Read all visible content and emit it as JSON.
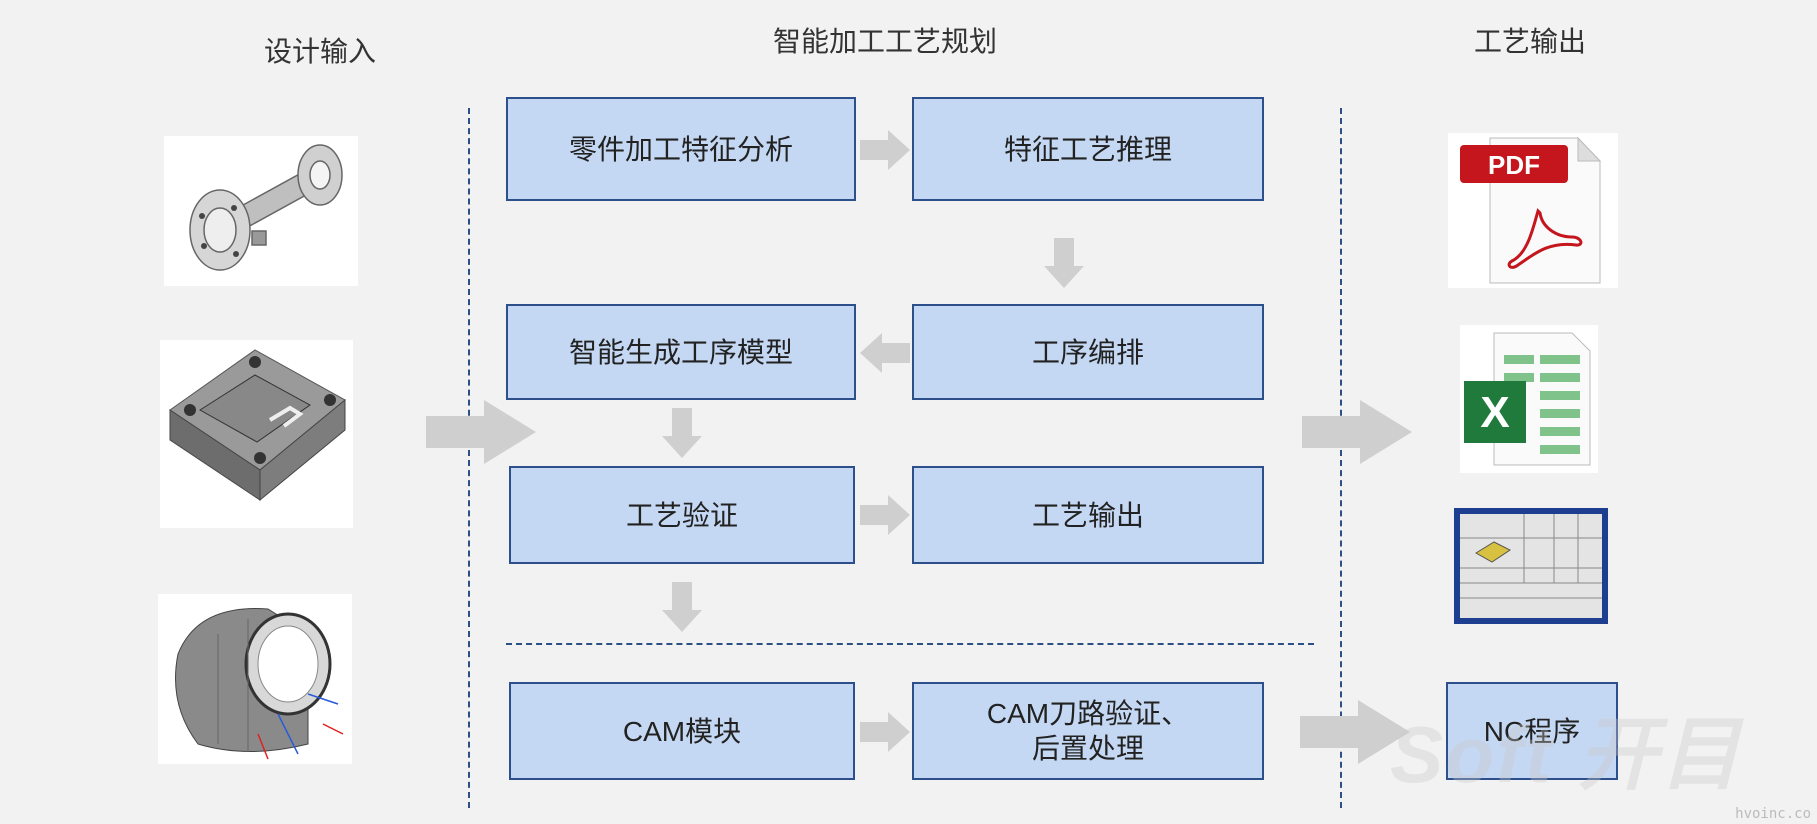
{
  "columns": {
    "input_title": "设计输入",
    "planning_title": "智能加工工艺规划",
    "output_title": "工艺输出"
  },
  "steps": {
    "feature_analysis": "零件加工特征分析",
    "feature_reasoning": "特征工艺推理",
    "process_sequencing": "工序编排",
    "generate_model": "智能生成工序模型",
    "verification": "工艺验证",
    "output": "工艺输出",
    "cam_module": "CAM模块",
    "cam_verify": "CAM刀路验证、\n后置处理"
  },
  "outputs": {
    "nc_label": "NC程序",
    "pdf_label": "PDF"
  },
  "watermark": "Soft 开目",
  "url": "hvoinc.co",
  "colors": {
    "box_fill": "#c5d8f3",
    "box_border": "#2d4f8c",
    "arrow_gray": "#cfcfcf",
    "pdf_red": "#c4161c",
    "excel_green": "#1f7a3b"
  }
}
